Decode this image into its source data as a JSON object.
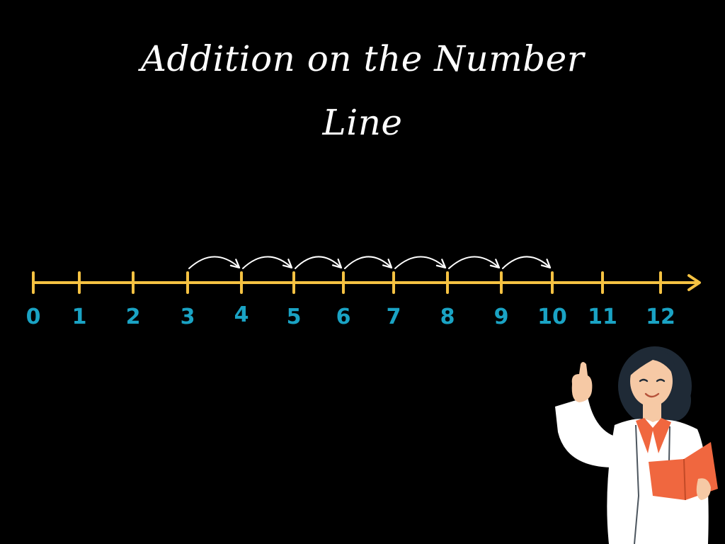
{
  "title": {
    "line1": "Addition on the Number",
    "line2": "Line"
  },
  "number_line": {
    "ticks": [
      "0",
      "1",
      "2",
      "3",
      "4",
      "5",
      "6",
      "7",
      "8",
      "9",
      "10",
      "11",
      "12"
    ],
    "jumps": [
      {
        "from": 3,
        "to": 4
      },
      {
        "from": 4,
        "to": 5
      },
      {
        "from": 5,
        "to": 6
      },
      {
        "from": 6,
        "to": 7
      },
      {
        "from": 7,
        "to": 8
      },
      {
        "from": 8,
        "to": 9
      },
      {
        "from": 9,
        "to": 10
      }
    ]
  },
  "colors": {
    "background": "#000000",
    "title": "#ffffff",
    "line": "#f5c242",
    "labels": "#1aa3c4",
    "arrows": "#ffffff",
    "teacher_coat": "#ffffff",
    "teacher_accent": "#f0673f",
    "teacher_hair": "#1f2a36",
    "teacher_skin": "#f6c9a5"
  },
  "illustration": {
    "name": "teacher-with-book-pointing-up"
  }
}
